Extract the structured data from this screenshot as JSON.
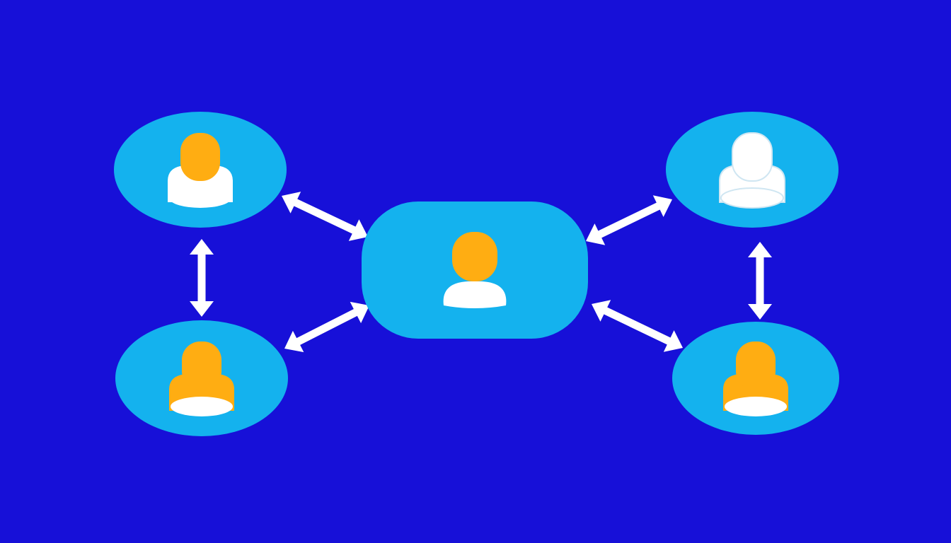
{
  "diagram": {
    "type": "network",
    "colors": {
      "background": "#1710d8",
      "node_fill": "#14b2ee",
      "arrow": "#ffffff",
      "person_head_orange": "#ffad12",
      "person_body_orange": "#ffad12",
      "person_white": "#ffffff"
    },
    "nodes": [
      {
        "id": "hub",
        "shape": "rounded-rectangle",
        "icon": "person-icon",
        "icon_color": "orange-head-white-body"
      },
      {
        "id": "top-left",
        "shape": "ellipse",
        "icon": "person-icon",
        "icon_color": "orange-head-white-body"
      },
      {
        "id": "bottom-left",
        "shape": "ellipse",
        "icon": "person-icon",
        "icon_color": "orange"
      },
      {
        "id": "top-right",
        "shape": "ellipse",
        "icon": "person-icon",
        "icon_color": "white"
      },
      {
        "id": "bottom-right",
        "shape": "ellipse",
        "icon": "person-icon",
        "icon_color": "orange"
      }
    ],
    "connections": [
      {
        "from": "top-left",
        "to": "hub",
        "direction": "both"
      },
      {
        "from": "bottom-left",
        "to": "hub",
        "direction": "both"
      },
      {
        "from": "top-right",
        "to": "hub",
        "direction": "both"
      },
      {
        "from": "bottom-right",
        "to": "hub",
        "direction": "both"
      },
      {
        "from": "top-left",
        "to": "bottom-left",
        "direction": "both"
      },
      {
        "from": "top-right",
        "to": "bottom-right",
        "direction": "both"
      }
    ]
  }
}
